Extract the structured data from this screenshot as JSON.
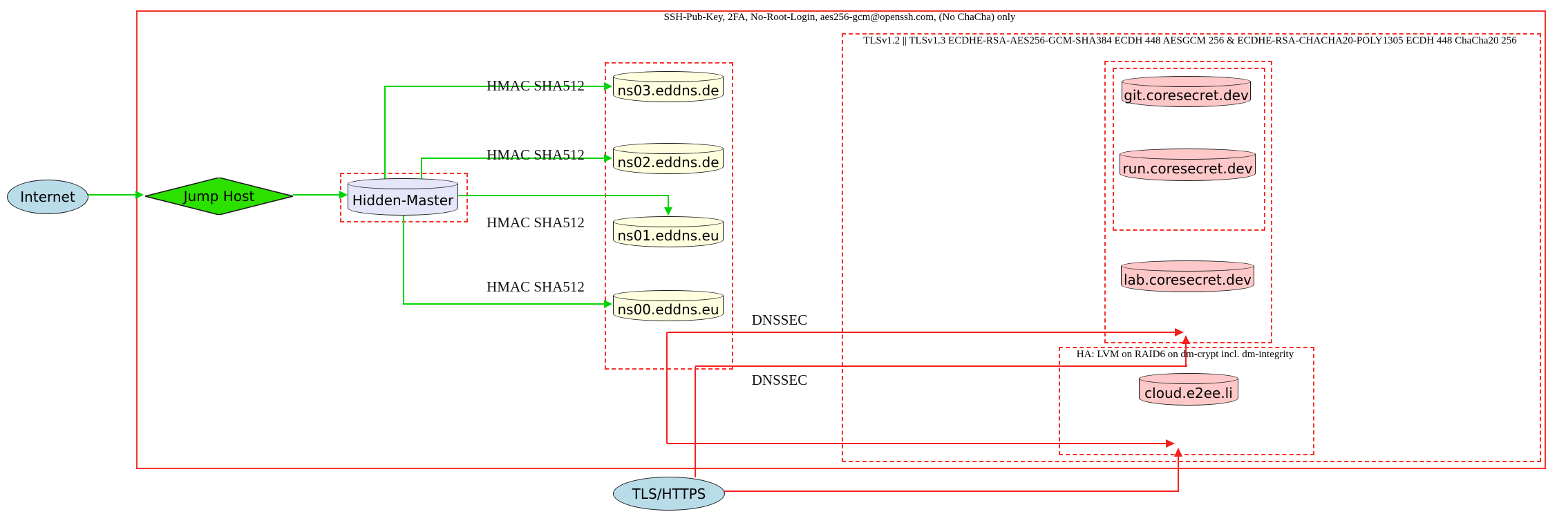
{
  "diagram": {
    "clusters": {
      "ssh": {
        "label": "SSH-Pub-Key, 2FA, No-Root-Login, aes256-gcm@openssh.com, (No ChaCha) only"
      },
      "tls": {
        "label": "TLSv1.2 || TLSv1.3 ECDHE-RSA-AES256-GCM-SHA384 ECDH 448 AESGCM 256 & ECDHE-RSA-CHACHA20-POLY1305 ECDH 448 ChaCha20 256"
      },
      "ha": {
        "label": "HA: LVM on RAID6 on dm-crypt incl. dm-integrity"
      }
    },
    "nodes": {
      "internet": {
        "label": "Internet",
        "shape": "ellipse",
        "fill": "#b9dce9"
      },
      "jump_host": {
        "label": "Jump Host",
        "shape": "diamond",
        "fill": "#2ce000"
      },
      "hidden_master": {
        "label": "Hidden-Master",
        "shape": "cylinder",
        "fill": "#e6e6fa"
      },
      "ns03": {
        "label": "ns03.eddns.de",
        "shape": "cylinder",
        "fill": "#ffffe0"
      },
      "ns02": {
        "label": "ns02.eddns.de",
        "shape": "cylinder",
        "fill": "#ffffe0"
      },
      "ns01": {
        "label": "ns01.eddns.eu",
        "shape": "cylinder",
        "fill": "#ffffe0"
      },
      "ns00": {
        "label": "ns00.eddns.eu",
        "shape": "cylinder",
        "fill": "#ffffe0"
      },
      "git": {
        "label": "git.coresecret.dev",
        "shape": "cylinder",
        "fill": "#ffc8c8"
      },
      "run": {
        "label": "run.coresecret.dev",
        "shape": "cylinder",
        "fill": "#ffc8c8"
      },
      "lab": {
        "label": "lab.coresecret.dev",
        "shape": "cylinder",
        "fill": "#ffc8c8"
      },
      "cloud": {
        "label": "cloud.e2ee.li",
        "shape": "cylinder",
        "fill": "#ffc8c8"
      },
      "tls_https": {
        "label": "TLS/HTTPS",
        "shape": "ellipse",
        "fill": "#b9dce9"
      }
    },
    "edge_labels": {
      "hmac": [
        "HMAC SHA512",
        "HMAC SHA512",
        "HMAC SHA512",
        "HMAC SHA512"
      ],
      "dnssec": [
        "DNSSEC",
        "DNSSEC"
      ]
    },
    "colors": {
      "cluster_border_red": "#f5322b",
      "edge_red": "#f51f1f",
      "edge_green": "#00d400",
      "diamond_green": "#2ce000",
      "node_lightblue": "#b9dce9",
      "node_lavender": "#e6e6fa",
      "node_lightyellow": "#ffffe0",
      "node_pink": "#ffc8c8"
    }
  }
}
